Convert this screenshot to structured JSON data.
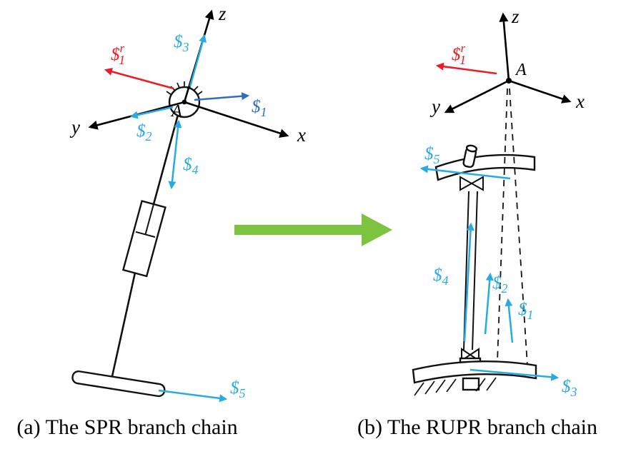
{
  "colors": {
    "axis": "#000000",
    "screw_cyan": "#29abe2",
    "screw_blue": "#2f6fbd",
    "reciprocal": "#ed1c24",
    "green": "#7cc33f"
  },
  "labels": {
    "axes": {
      "x": "x",
      "y": "y",
      "z": "z"
    },
    "origin": "A",
    "screws": {
      "s1": {
        "base": "$",
        "sub": "1"
      },
      "s2": {
        "base": "$",
        "sub": "2"
      },
      "s3": {
        "base": "$",
        "sub": "3"
      },
      "s4": {
        "base": "$",
        "sub": "4"
      },
      "s5": {
        "base": "$",
        "sub": "5"
      },
      "sr1": {
        "base": "$",
        "sup": "r",
        "sub": "1"
      }
    }
  },
  "captions": {
    "a": "(a) The SPR branch chain",
    "b": "(b) The RUPR branch chain"
  }
}
